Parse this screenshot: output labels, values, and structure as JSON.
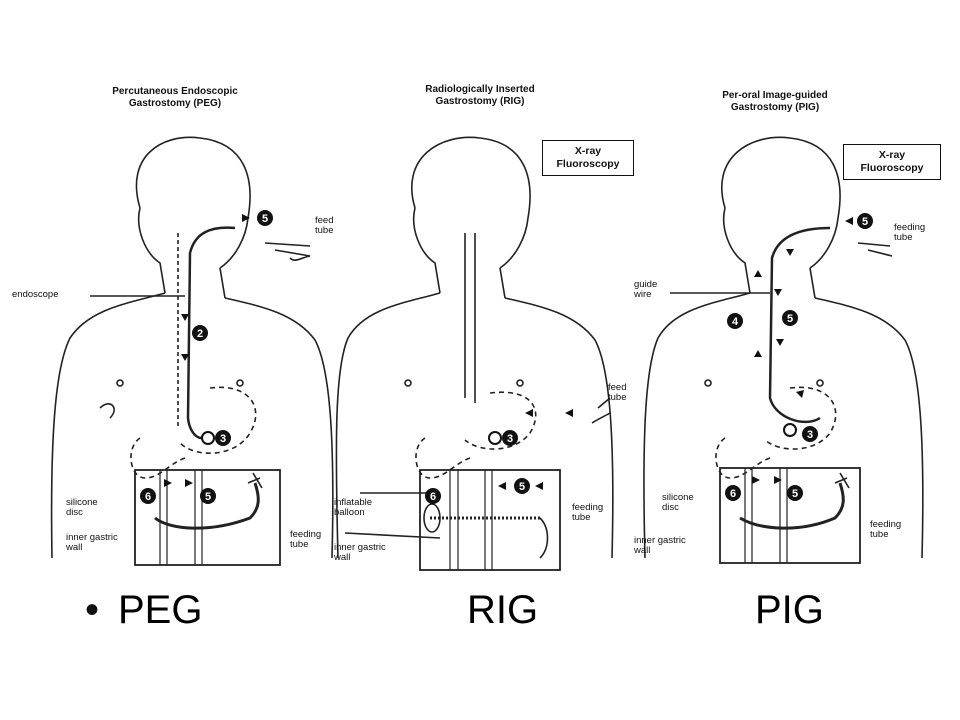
{
  "panels": [
    {
      "title": "Percutaneous Endoscopic\nGastrostomy (PEG)",
      "labels": {
        "feed": "feed\ntube",
        "endoscope": "endoscope",
        "silicone_disc": "silicone\ndisc",
        "inner_gastric_wall": "inner gastric\nwall",
        "feeding_tube": "feeding\ntube"
      },
      "step_numbers": [
        "5",
        "2",
        "3",
        "6",
        "5"
      ],
      "caption": "PEG"
    },
    {
      "title": "Radiologically Inserted\nGastrostomy (RIG)",
      "xray": "X-ray\nFluoroscopy",
      "labels": {
        "feed": "feed\ntube",
        "inflatable_balloon": "inflatable\nballoon",
        "inner_gastric_wall": "inner gastric\nwall",
        "feeding_tube": "feeding\ntube"
      },
      "step_numbers": [
        "3",
        "6",
        "5"
      ],
      "caption": "RIG"
    },
    {
      "title": "Per-oral Image-guided\nGastrostomy (PIG)",
      "xray": "X-ray\nFluoroscopy",
      "labels": {
        "feeding_tube_top": "feeding\ntube",
        "guide_wire": "guide\nwire",
        "silicone_disc": "silicone\ndisc",
        "inner_gastric_wall": "inner gastric\nwall",
        "feeding_tube": "feeding\ntube"
      },
      "step_numbers": [
        "5",
        "4",
        "5",
        "3",
        "6",
        "5"
      ],
      "caption": "PIG"
    }
  ],
  "bullet": "•"
}
